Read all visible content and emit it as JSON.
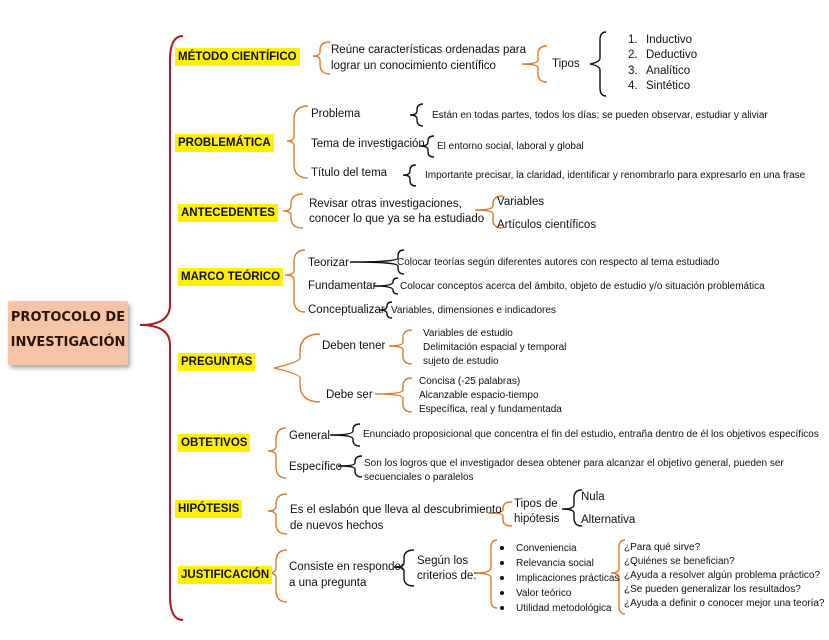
{
  "title": {
    "line1": "PROTOCOLO DE",
    "line2": "INVESTIGACIÓN"
  },
  "metodo": {
    "heading": "MÉTODO CIENTÍFICO",
    "desc1": "Reúne características ordenadas para",
    "desc2": "lograr un conocimiento científico",
    "tipos": "Tipos",
    "items": [
      "Inductivo",
      "Deductivo",
      "Analítico",
      "Sintético"
    ],
    "nums": [
      "1.",
      "2.",
      "3.",
      "4."
    ]
  },
  "problematica": {
    "heading": "PROBLEMÁTICA",
    "items": [
      {
        "label": "Problema",
        "desc": "Están en todas partes, todos los días; se pueden observar, estudiar y aliviar"
      },
      {
        "label": "Tema de investigación",
        "desc": "El entorno social, laboral y global"
      },
      {
        "label": "Título del tema",
        "desc": "Importante precisar, la claridad, identificar y renombrarlo para expresarlo en una frase"
      }
    ]
  },
  "antecedentes": {
    "heading": "ANTECEDENTES",
    "desc1": "Revisar otras investigaciones,",
    "desc2": "conocer lo que ya se ha estudiado",
    "items": [
      "Variables",
      "Artículos científicos"
    ]
  },
  "marco": {
    "heading": "MARCO TEÓRICO",
    "items": [
      {
        "label": "Teorizar",
        "desc": "Colocar teorías según diferentes autores con respecto al tema estudiado"
      },
      {
        "label": "Fundamentar",
        "desc": "Colocar conceptos acerca del ámbito, objeto de estudio y/o situación problemática"
      },
      {
        "label": "Conceptualizar",
        "desc": "Variables, dimensiones e indicadores"
      }
    ]
  },
  "preguntas": {
    "heading": "PREGUNTAS",
    "deben_tener": "Deben tener",
    "tener_items": [
      "Variables de estudio",
      "Delimitación espacial y temporal",
      "sujeto de estudio"
    ],
    "debe_ser": "Debe ser",
    "ser_items": [
      "Concisa (-25 palabras)",
      "Alcanzable espacio-tiempo",
      "Específica, real y fundamentada"
    ]
  },
  "objetivos": {
    "heading": "OBTETIVOS",
    "general": "General",
    "general_desc": "Enunciado proposicional que concentra el fin del estudio, entraña dentro de él los objetivos específicos",
    "especifico": "Específico",
    "especifico_desc1": "Son los logros que el investigador desea obtener para alcanzar el objetivo general, pueden ser",
    "especifico_desc2": "secuenciales o paralelos"
  },
  "hipotesis": {
    "heading": "HIPÓTESIS",
    "desc1": "Es el eslabón que lleva al descubrimiento",
    "desc2": "de nuevos hechos",
    "tipos1": "Tipos de",
    "tipos2": "hipótesis",
    "items": [
      "Nula",
      "Alternativa"
    ]
  },
  "justificacion": {
    "heading": "JUSTIFICACIÓN",
    "desc1": "Consiste en responder",
    "desc2": "a una pregunta",
    "criterios1": "Según los",
    "criterios2": "criterios de:",
    "items": [
      "Conveniencia",
      "Relevancia social",
      "Implicaciones prácticas",
      "Valor teórico",
      "Utilidad metodológica"
    ],
    "preguntas": [
      "¿Para qué sirve?",
      "¿Quiénes se benefician?",
      "¿Ayuda a resolver algún problema práctico?",
      "¿Se pueden generalizar los resultados?",
      "¿Ayuda a definir o conocer mejor una teoría?"
    ]
  },
  "colors": {
    "main_bracket": "#b01c24",
    "orange": "#e07a2c",
    "black": "#111111",
    "highlight": "#fff000",
    "title_bg": "#f8c4a6"
  }
}
